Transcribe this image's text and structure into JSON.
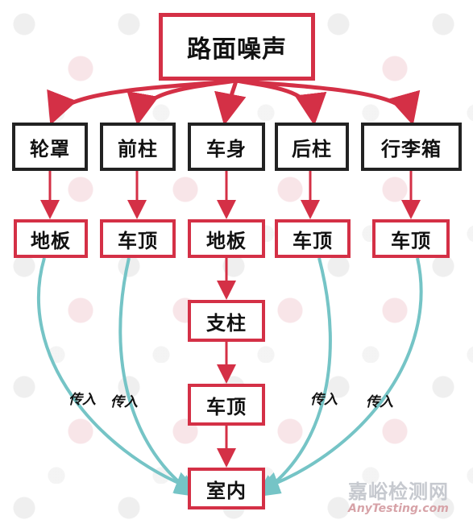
{
  "root": "路面噪声",
  "level1": [
    {
      "id": "n1",
      "label": "轮罩"
    },
    {
      "id": "n2",
      "label": "前柱"
    },
    {
      "id": "n3",
      "label": "车身"
    },
    {
      "id": "n4",
      "label": "后柱"
    },
    {
      "id": "n5",
      "label": "行李箱"
    }
  ],
  "level2": [
    {
      "id": "m1",
      "label": "地板"
    },
    {
      "id": "m2",
      "label": "车顶"
    },
    {
      "id": "m3",
      "label": "地板"
    },
    {
      "id": "m4",
      "label": "车顶"
    },
    {
      "id": "m5",
      "label": "车顶"
    }
  ],
  "chain": [
    "支柱",
    "车顶"
  ],
  "target": "室内",
  "transfer_label": "传入",
  "watermark": {
    "main": "嘉峪检测网",
    "sub": "AnyTesting.com"
  },
  "colors": {
    "red": "#d43046",
    "black": "#222222",
    "teal": "#75c4c6"
  }
}
